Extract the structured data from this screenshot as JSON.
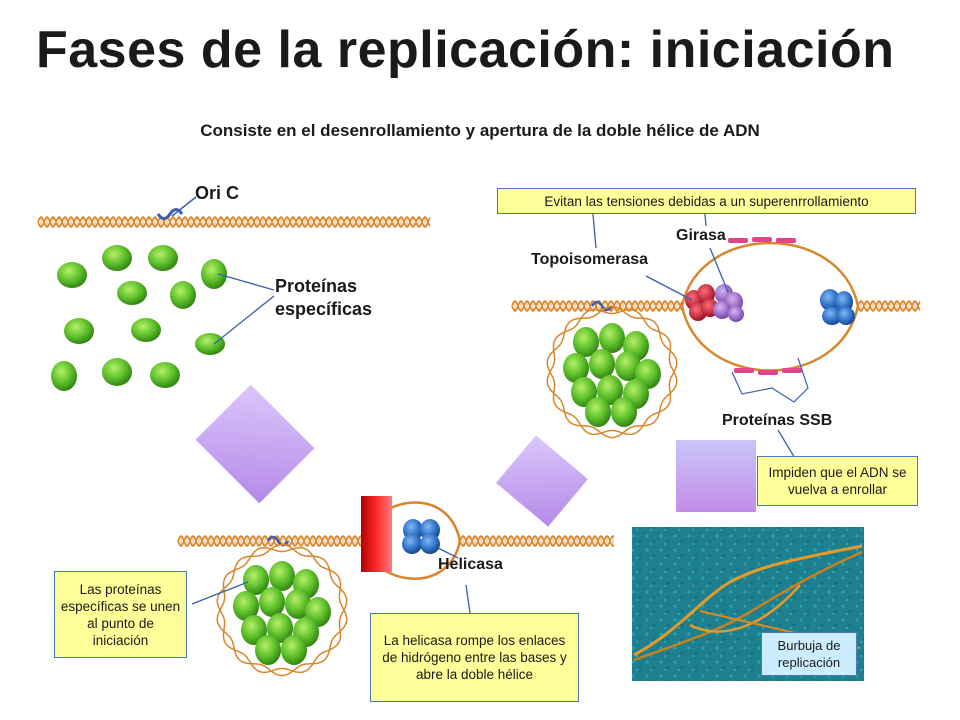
{
  "title": "Fases de la replicación: iniciación",
  "subtitle": "Consiste en el desenrollamiento y apertura de la doble hélice de ADN",
  "labels": {
    "ori_c": "Ori C",
    "proteins_line1": "Proteínas",
    "proteins_line2": "específicas",
    "girasa": "Girasa",
    "topoisomerasa": "Topoisomerasa",
    "ssb": "Proteínas SSB",
    "helicasa": "Helicasa"
  },
  "boxes": {
    "tensions": "Evitan las tensiones debidas a un superenrrollamiento",
    "ssb_note": "Impiden que el ADN se vuelva a enrollar",
    "proteins_note": "Las proteínas específicas se unen al punto de iniciación",
    "helicasa_note": "La helicasa rompe los enlaces de hidrógeno entre las bases y abre la doble hélice",
    "photo_caption": "Burbuja de replicación"
  },
  "colors": {
    "dna": "#d9852a",
    "origin": "#3a5fae",
    "protein": "#5cbf2a",
    "helicase": "#2f6fc4",
    "topoisomerase": "#c8102e",
    "gyrase": "#9b59c7",
    "ssb": "#e0448a",
    "arrow": "#c8a8f0",
    "note_fill": "#ffff99",
    "photo_bg": "#1d7c8c"
  }
}
